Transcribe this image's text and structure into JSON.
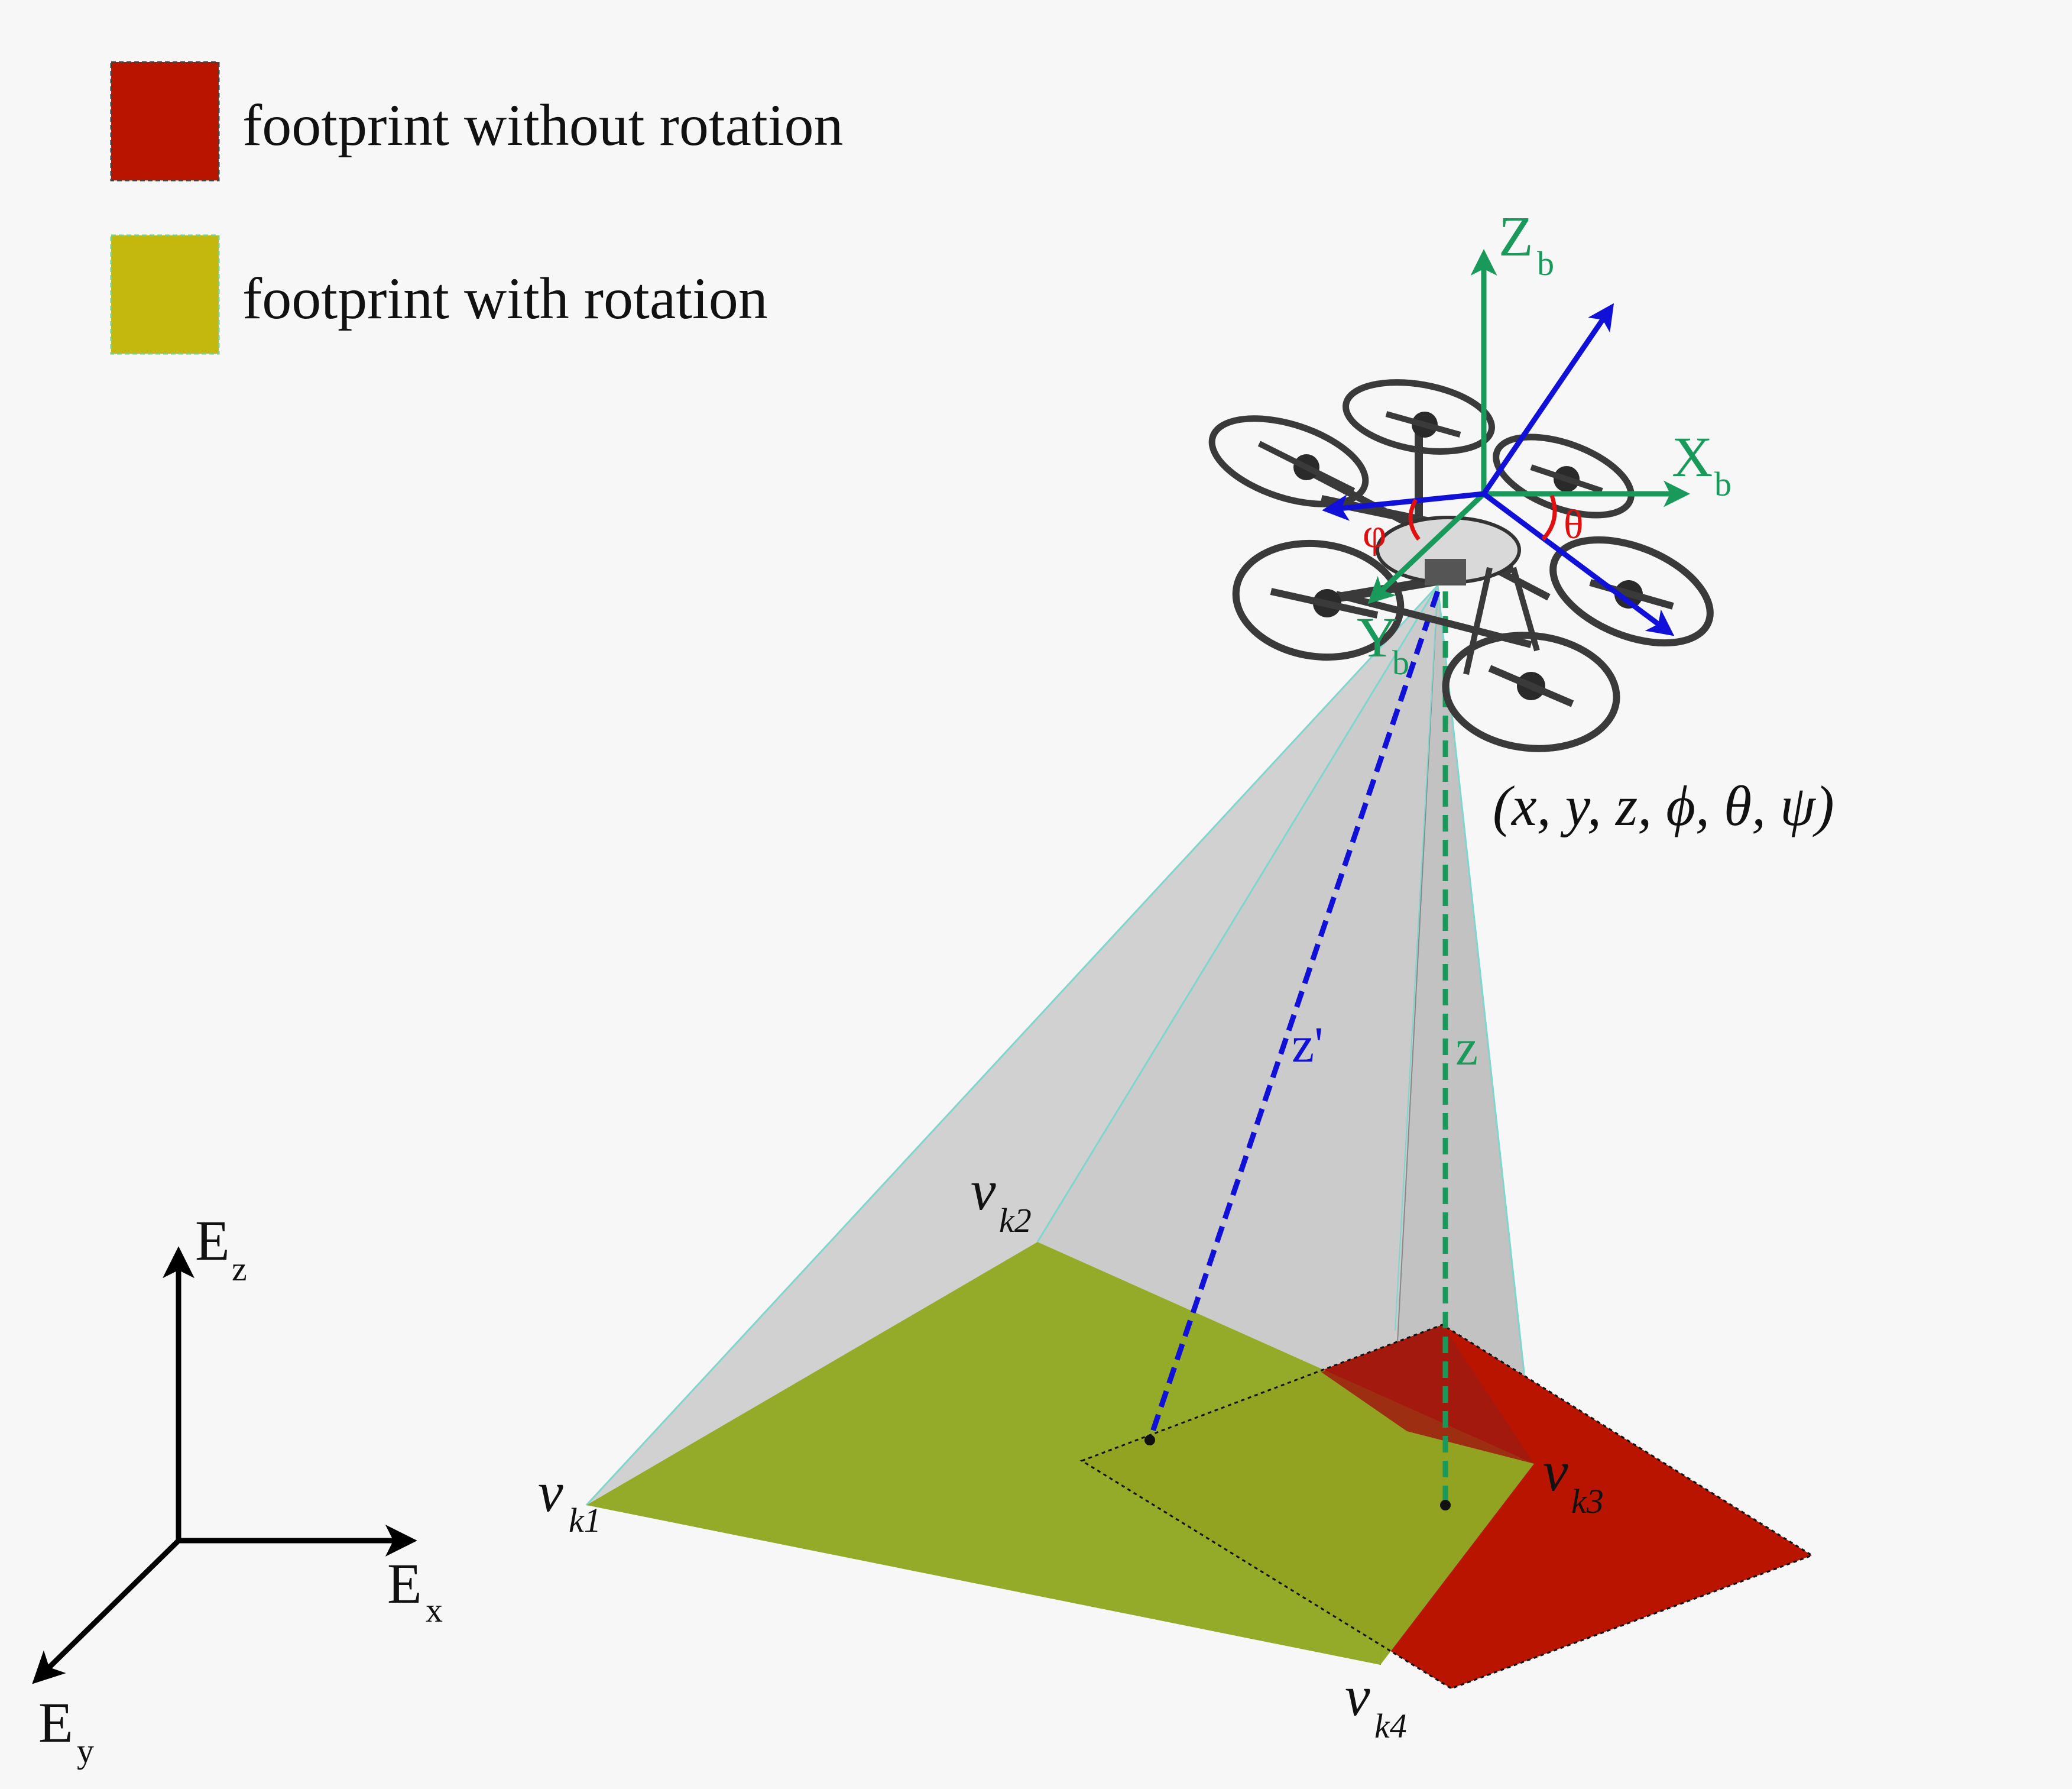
{
  "legend": {
    "items": [
      {
        "label": "footprint without rotation",
        "color": "#b81400"
      },
      {
        "label": "footprint with rotation",
        "color": "#c4b70e"
      }
    ]
  },
  "earth_frame": {
    "x": {
      "base": "E",
      "sub": "x"
    },
    "y": {
      "base": "E",
      "sub": "y"
    },
    "z": {
      "base": "E",
      "sub": "z"
    }
  },
  "body_frame": {
    "x": {
      "base": "X",
      "sub": "b"
    },
    "y": {
      "base": "Y",
      "sub": "b"
    },
    "z": {
      "base": "Z",
      "sub": "b"
    },
    "roll_symbol": "φ",
    "pitch_symbol": "θ"
  },
  "pose_label": "(x, y, z, ϕ, θ, ψ)",
  "altitude": {
    "rotated": "z'",
    "vertical": "z"
  },
  "vertices": [
    {
      "base": "v",
      "sub": "k1"
    },
    {
      "base": "v",
      "sub": "k2"
    },
    {
      "base": "v",
      "sub": "k3"
    },
    {
      "base": "v",
      "sub": "k4"
    }
  ],
  "colors": {
    "footprint_rotated": "#8fa821",
    "footprint_unrotated": "#b81400",
    "frustum": "#cfcfcf",
    "body_axes": "#1a9a5a",
    "rotated_axes": "#1010d8",
    "angles": "#e01010"
  }
}
